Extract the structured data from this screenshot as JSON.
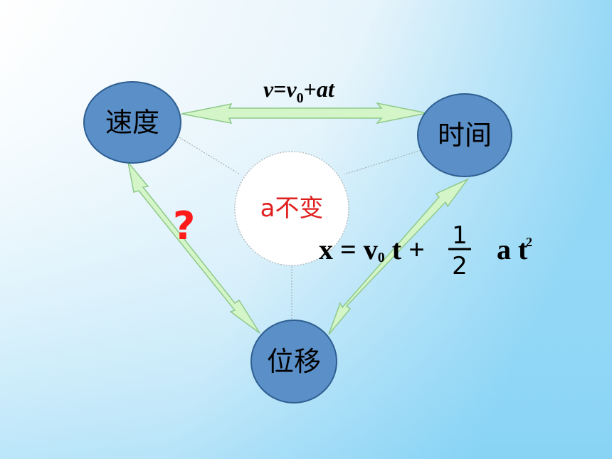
{
  "nodes": {
    "speed": {
      "label": "速度"
    },
    "time": {
      "label": "时间"
    },
    "displacement": {
      "label": "位移"
    },
    "center": {
      "label": "a不变"
    }
  },
  "relations": {
    "velocity_formula": {
      "v": "v",
      "eq": "=",
      "v0": "v",
      "sub0": "0",
      "plus": "+",
      "at": "at"
    },
    "displacement_formula": {
      "lhs": "x = v",
      "sub0": "0",
      "t": " t +",
      "num": "1",
      "den": "2",
      "a": "a t",
      "exp": "2"
    },
    "unknown": {
      "mark": "?"
    }
  },
  "colors": {
    "node_fill": "#5b8fc7",
    "node_stroke": "#2f5f92",
    "arrow_fill": "#d4f5c8",
    "arrow_stroke": "#8fc98a",
    "question": "#ff1a1a",
    "center_text": "#e02020"
  }
}
